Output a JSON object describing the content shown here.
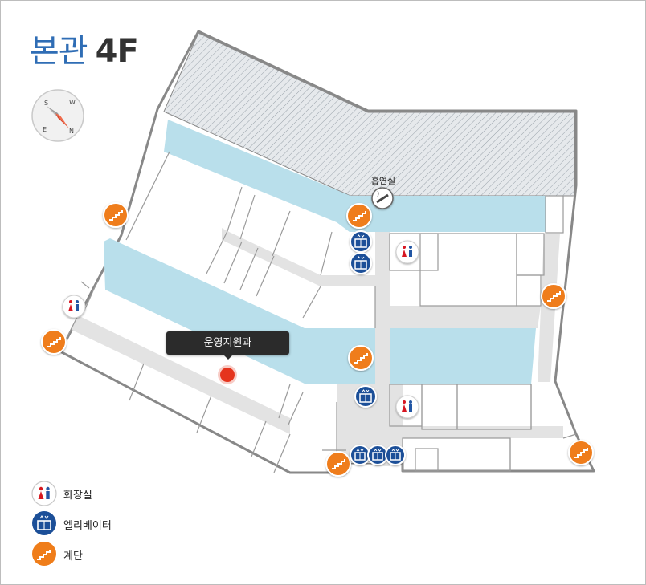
{
  "map": {
    "building": "본관",
    "floor": "4F",
    "smoking_room_label": "흡연실",
    "selected_location": {
      "label": "운영지원과",
      "marker_color": "#e5341d"
    },
    "compass_letters": [
      "S",
      "W",
      "E",
      "N"
    ]
  },
  "legend": [
    {
      "icon": "restroom-icon",
      "label": "화장실"
    },
    {
      "icon": "elevator-icon",
      "label": "엘리베이터"
    },
    {
      "icon": "stairs-icon",
      "label": "계단"
    }
  ],
  "colors": {
    "corridor": "#b9dfeb",
    "walls": "#888888",
    "hatched_area": "#dde2e6",
    "stairs": "#ef7d1a",
    "restroom_male": "#2456a4",
    "restroom_female": "#d71920",
    "elevator": "#1c4f98",
    "title_blue": "#2f6db5"
  }
}
